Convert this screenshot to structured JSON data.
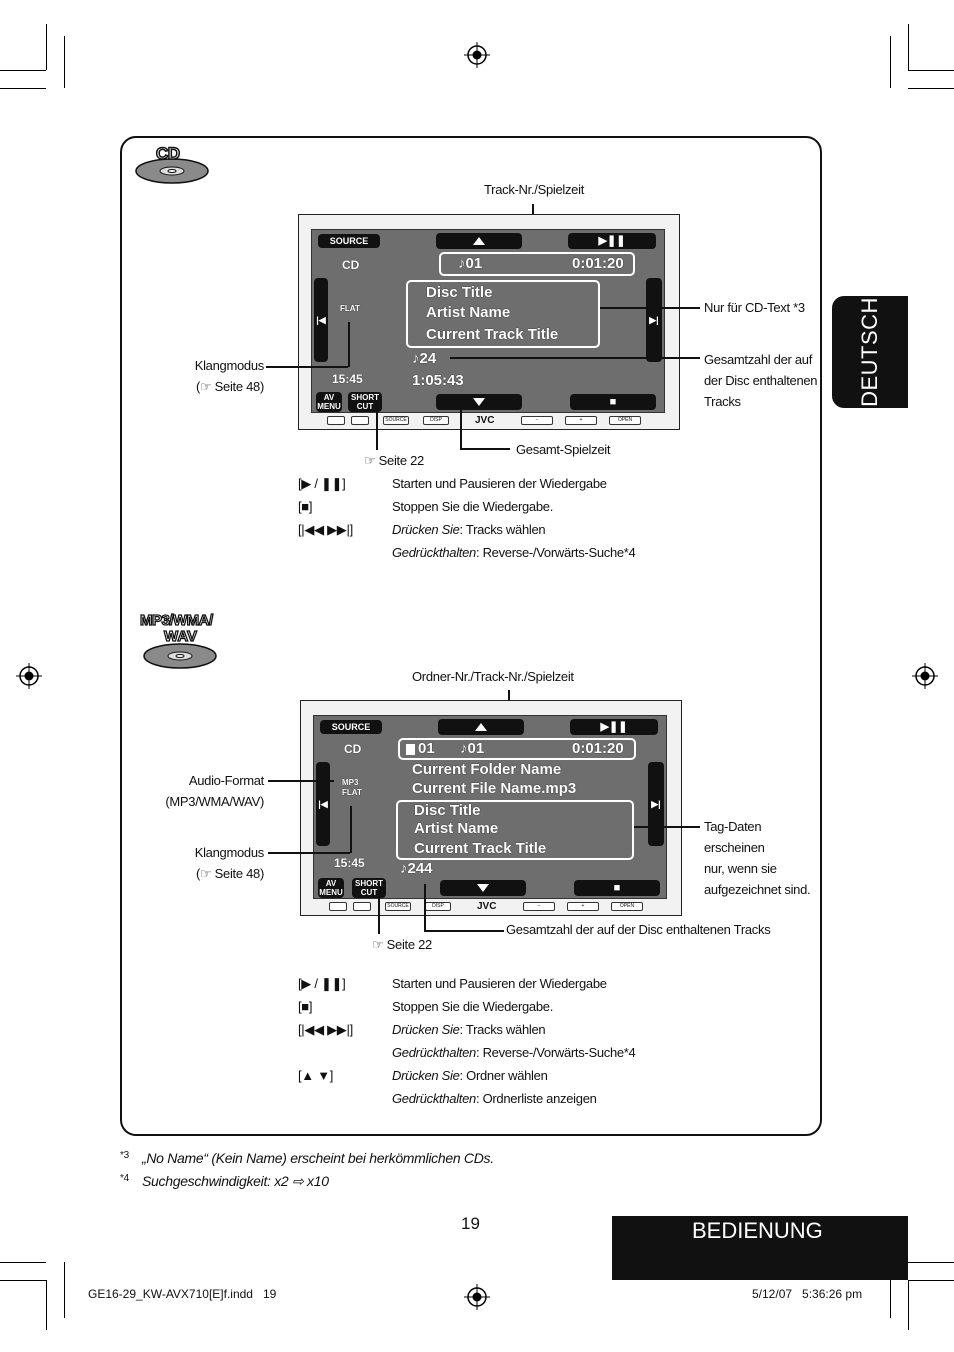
{
  "page": {
    "number": "19",
    "section_tab": "DEUTSCH",
    "bottom_tab": "BEDIENUNG",
    "footer_left": "GE16-29_KW-AVX710[E]f.indd   19",
    "footer_right": "5/12/07   5:36:26 pm"
  },
  "cd": {
    "badge": "CD",
    "callouts": {
      "track": "Track-Nr./Spielzeit",
      "cdtext": "Nur für CD-Text *3",
      "klang1": "Klangmodus",
      "klang2": "(☞ Seite 48)",
      "total1": "Gesamtzahl der auf",
      "total2": "der Disc enthaltenen",
      "total3": "Tracks",
      "gesamt": "Gesamt-Spielzeit",
      "seite22": "☞ Seite 22"
    },
    "screen": {
      "source": "SOURCE",
      "label": "CD",
      "track": "♪01",
      "time": "0:01:20",
      "disc_title": "Disc Title",
      "artist": "Artist Name",
      "track_title": "Current Track Title",
      "flat": "FLAT",
      "clock": "15:45",
      "count": "♪24",
      "total_time": "1:05:43",
      "av1": "AV",
      "av2": "MENU",
      "sc1": "SHORT",
      "sc2": "CUT",
      "brand": "JVC"
    },
    "rows": [
      {
        "key": "[▶ / ❚❚]",
        "val": "Starten und Pausieren der Wiedergabe"
      },
      {
        "key": "[■]",
        "val": "Stoppen Sie die Wiedergabe."
      },
      {
        "key": "[|◀◀ ▶▶|]",
        "val_i": "Drücken Sie",
        "val": ": Tracks wählen"
      },
      {
        "key": "",
        "val_i": "Gedrückthalten",
        "val": ": Reverse-/Vorwärts-Suche*4"
      }
    ]
  },
  "mp3": {
    "badge1": "MP3/WMA/",
    "badge2": "WAV",
    "callouts": {
      "folder": "Ordner-Nr./Track-Nr./Spielzeit",
      "audio1": "Audio-Format",
      "audio2": "(MP3/WMA/WAV)",
      "klang1": "Klangmodus",
      "klang2": "(☞ Seite 48)",
      "tag1": "Tag-Daten",
      "tag2": "erscheinen",
      "tag3": "nur, wenn sie",
      "tag4": "aufgezeichnet sind.",
      "total": "Gesamtzahl der auf der Disc enthaltenen Tracks",
      "seite22": "☞ Seite 22"
    },
    "screen": {
      "source": "SOURCE",
      "label": "CD",
      "folder": "01",
      "track": "♪01",
      "time": "0:01:20",
      "folder_name": "Current Folder Name",
      "file_name": "Current File Name.mp3",
      "disc_title": "Disc Title",
      "artist": "Artist Name",
      "track_title": "Current Track Title",
      "fmt": "MP3",
      "flat": "FLAT",
      "clock": "15:45",
      "count": "♪244",
      "av1": "AV",
      "av2": "MENU",
      "sc1": "SHORT",
      "sc2": "CUT",
      "brand": "JVC"
    },
    "rows": [
      {
        "key": "[▶ / ❚❚]",
        "val": "Starten und Pausieren der Wiedergabe"
      },
      {
        "key": "[■]",
        "val": "Stoppen Sie die Wiedergabe."
      },
      {
        "key": "[|◀◀ ▶▶|]",
        "val_i": "Drücken Sie",
        "val": ": Tracks wählen"
      },
      {
        "key": "",
        "val_i": "Gedrückthalten",
        "val": ": Reverse-/Vorwärts-Suche*4"
      },
      {
        "key": "[▲ ▼]",
        "val_i": "Drücken Sie",
        "val": ": Ordner wählen"
      },
      {
        "key": "",
        "val_i": "Gedrückthalten",
        "val": ": Ordnerliste anzeigen"
      }
    ]
  },
  "footnotes": [
    {
      "mark": "*3",
      "text": "„No Name“ (Kein Name) erscheint bei herkömmlichen CDs."
    },
    {
      "mark": "*4",
      "text": "Suchgeschwindigkeit: x2 ⇨ x10"
    }
  ]
}
